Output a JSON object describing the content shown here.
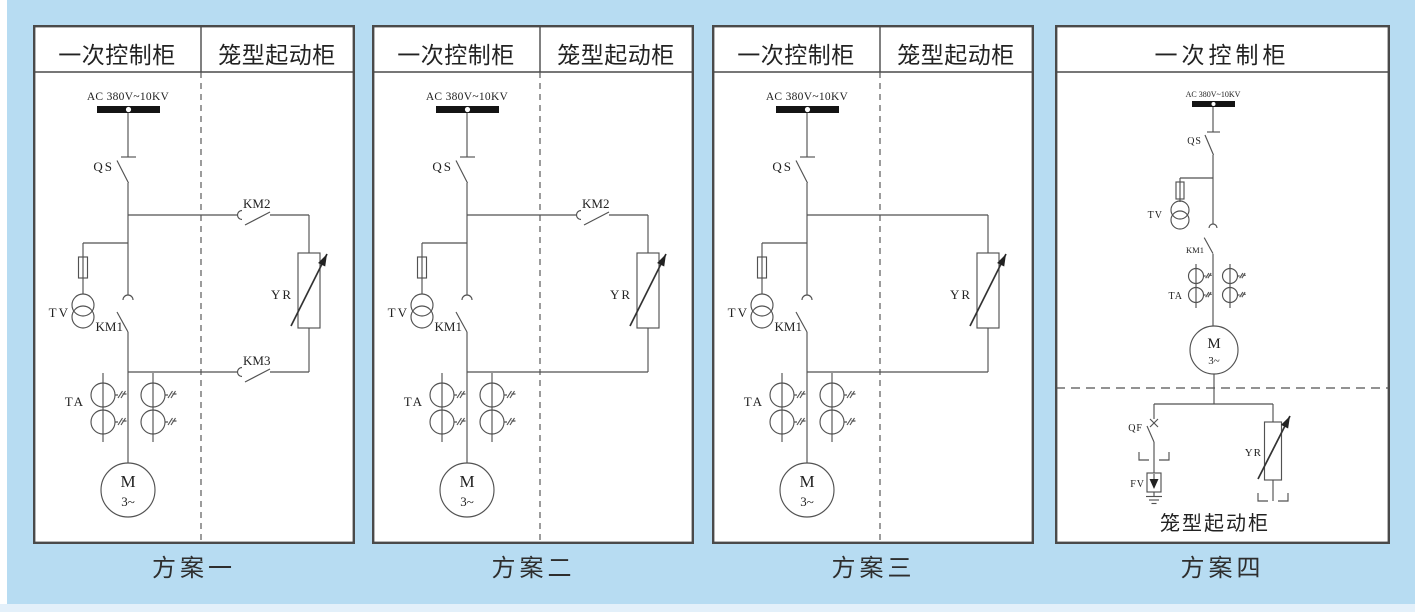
{
  "page": {
    "background": "#b7dcf2",
    "left_margin_color": "#ffffff",
    "bottom_strip_color": "#e3f0fa",
    "panel_background": "#ffffff",
    "panel_border_color": "#4a4a4a",
    "line_color": "#525252",
    "text_color": "#222222",
    "busbar_color": "#141414"
  },
  "panels": [
    {
      "caption": "方案一",
      "layout": "split",
      "headers": {
        "left": "一次控制柜",
        "right": "笼型起动柜"
      },
      "supply_label": "AC 380V~10KV",
      "has_top_contactor": true,
      "has_bottom_contactor": true,
      "components": {
        "disconnector": "QS",
        "voltage_transformer": "TV",
        "main_contactor": "KM1",
        "top_bypass_contactor": "KM2",
        "bottom_bypass_contactor": "KM3",
        "current_transformers": "TA",
        "starting_resistor": "YR",
        "motor": "M",
        "motor_phases": "3~"
      }
    },
    {
      "caption": "方案二",
      "layout": "split",
      "headers": {
        "left": "一次控制柜",
        "right": "笼型起动柜"
      },
      "supply_label": "AC 380V~10KV",
      "has_top_contactor": true,
      "has_bottom_contactor": false,
      "components": {
        "disconnector": "QS",
        "voltage_transformer": "TV",
        "main_contactor": "KM1",
        "top_bypass_contactor": "KM2",
        "current_transformers": "TA",
        "starting_resistor": "YR",
        "motor": "M",
        "motor_phases": "3~"
      }
    },
    {
      "caption": "方案三",
      "layout": "split",
      "headers": {
        "left": "一次控制柜",
        "right": "笼型起动柜"
      },
      "supply_label": "AC 380V~10KV",
      "has_top_contactor": false,
      "has_bottom_contactor": false,
      "components": {
        "disconnector": "QS",
        "voltage_transformer": "TV",
        "main_contactor": "KM1",
        "current_transformers": "TA",
        "starting_resistor": "YR",
        "motor": "M",
        "motor_phases": "3~"
      }
    },
    {
      "caption": "方案四",
      "layout": "stacked",
      "headers": {
        "top": "一次控制柜"
      },
      "bottom_cabinet_label": "笼型起动柜",
      "supply_label": "AC 380V~10KV",
      "components": {
        "disconnector": "QS",
        "voltage_transformer": "TV",
        "main_contactor": "KM1",
        "current_transformers": "TA",
        "circuit_breaker": "QF",
        "surge_arrester": "FV",
        "starting_resistor": "YR",
        "motor": "M",
        "motor_phases": "3~"
      }
    }
  ]
}
